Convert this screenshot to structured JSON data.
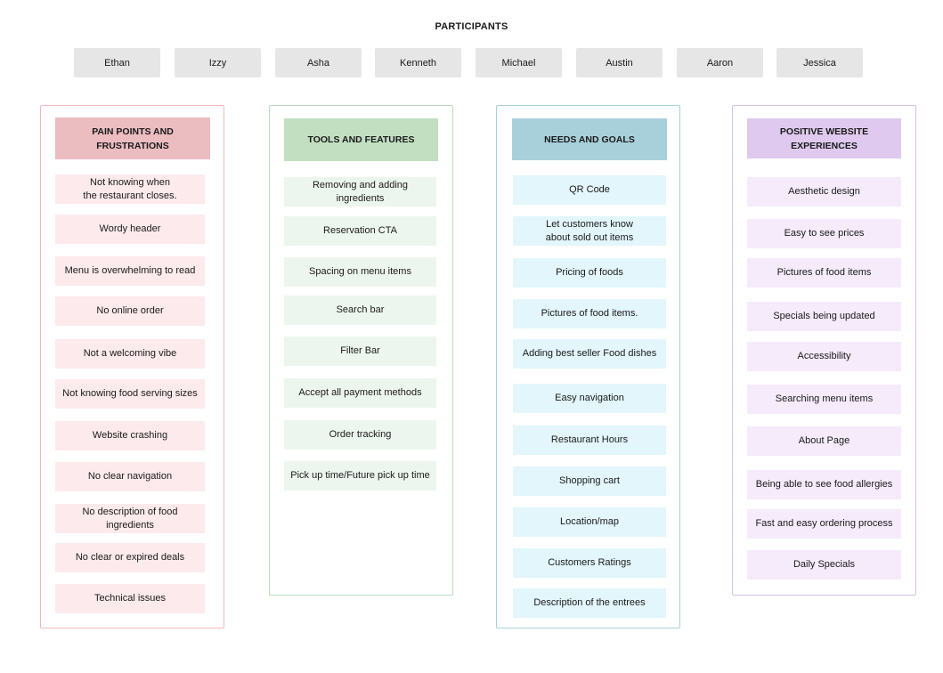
{
  "title": "PARTICIPANTS",
  "participants": [
    "Ethan",
    "Izzy",
    "Asha",
    "Kenneth",
    "Michael",
    "Austin",
    "Aaron",
    "Jessica"
  ],
  "columns": {
    "pain": {
      "heading": "PAIN POINTS AND FRUSTRATIONS",
      "items": [
        "Not knowing when\nthe restaurant closes.",
        "Wordy header",
        "Menu is overwhelming to read",
        "No online order",
        "Not a welcoming vibe",
        "Not knowing food serving sizes",
        "Website crashing",
        "No clear navigation",
        "No description of food ingredients",
        "No clear or expired deals",
        "Technical issues"
      ]
    },
    "tools": {
      "heading": "TOOLS AND FEATURES",
      "items": [
        "Removing and adding ingredients",
        "Reservation CTA",
        "Spacing on menu items",
        "Search bar",
        "Filter Bar",
        "Accept all payment methods",
        "Order tracking",
        "Pick up time/Future pick up time"
      ]
    },
    "needs": {
      "heading": "NEEDS AND GOALS",
      "items": [
        "QR Code",
        "Let customers know\nabout sold out items",
        "Pricing of foods",
        "Pictures of food items.",
        "Adding best seller Food dishes",
        "Easy navigation",
        "Restaurant Hours",
        "Shopping cart",
        "Location/map",
        "Customers Ratings",
        "Description of the entrees"
      ]
    },
    "positive": {
      "heading": "POSITIVE WEBSITE EXPERIENCES",
      "items": [
        "Aesthetic design",
        "Easy to see prices",
        "Pictures of food items",
        "Specials being updated",
        "Accessibility",
        "Searching menu items",
        "About Page",
        "Being able to see food allergies",
        "Fast and easy ordering process",
        "Daily Specials"
      ]
    }
  },
  "colors": {
    "pain_border": "#f0b8bd",
    "pain_head": "#ebbcc0",
    "tools_border": "#b9dcbc",
    "tools_head": "#c2dfc2",
    "needs_border": "#a9cfdc",
    "needs_head": "#a8d0db",
    "positive_border": "#d5c2e6",
    "positive_head": "#dfc9ee"
  }
}
